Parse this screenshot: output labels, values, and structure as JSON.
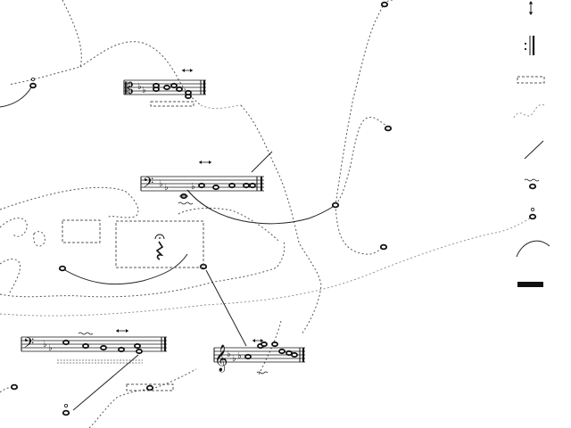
{
  "legend": {
    "items": [
      {
        "icon": "vertical-double-arrow-icon"
      },
      {
        "icon": "repeat-sign-icon"
      },
      {
        "icon": "dashed-box-icon"
      },
      {
        "icon": "dotted-wave-icon"
      },
      {
        "icon": "diagonal-line-icon"
      },
      {
        "icon": "trill-note-icon"
      },
      {
        "icon": "harmonic-note-icon"
      },
      {
        "icon": "arc-icon"
      },
      {
        "icon": "black-bar-icon"
      }
    ]
  },
  "score": {
    "staves": [
      {
        "clef": "alto-clef",
        "key": "flats"
      },
      {
        "clef": "bass-clef",
        "key": "flats"
      },
      {
        "clef": "bass-clef",
        "key": "flats"
      },
      {
        "clef": "treble-clef",
        "key": "flats"
      }
    ],
    "events": [
      {
        "type": "isolated-note"
      },
      {
        "type": "rest-with-fermata"
      }
    ]
  }
}
